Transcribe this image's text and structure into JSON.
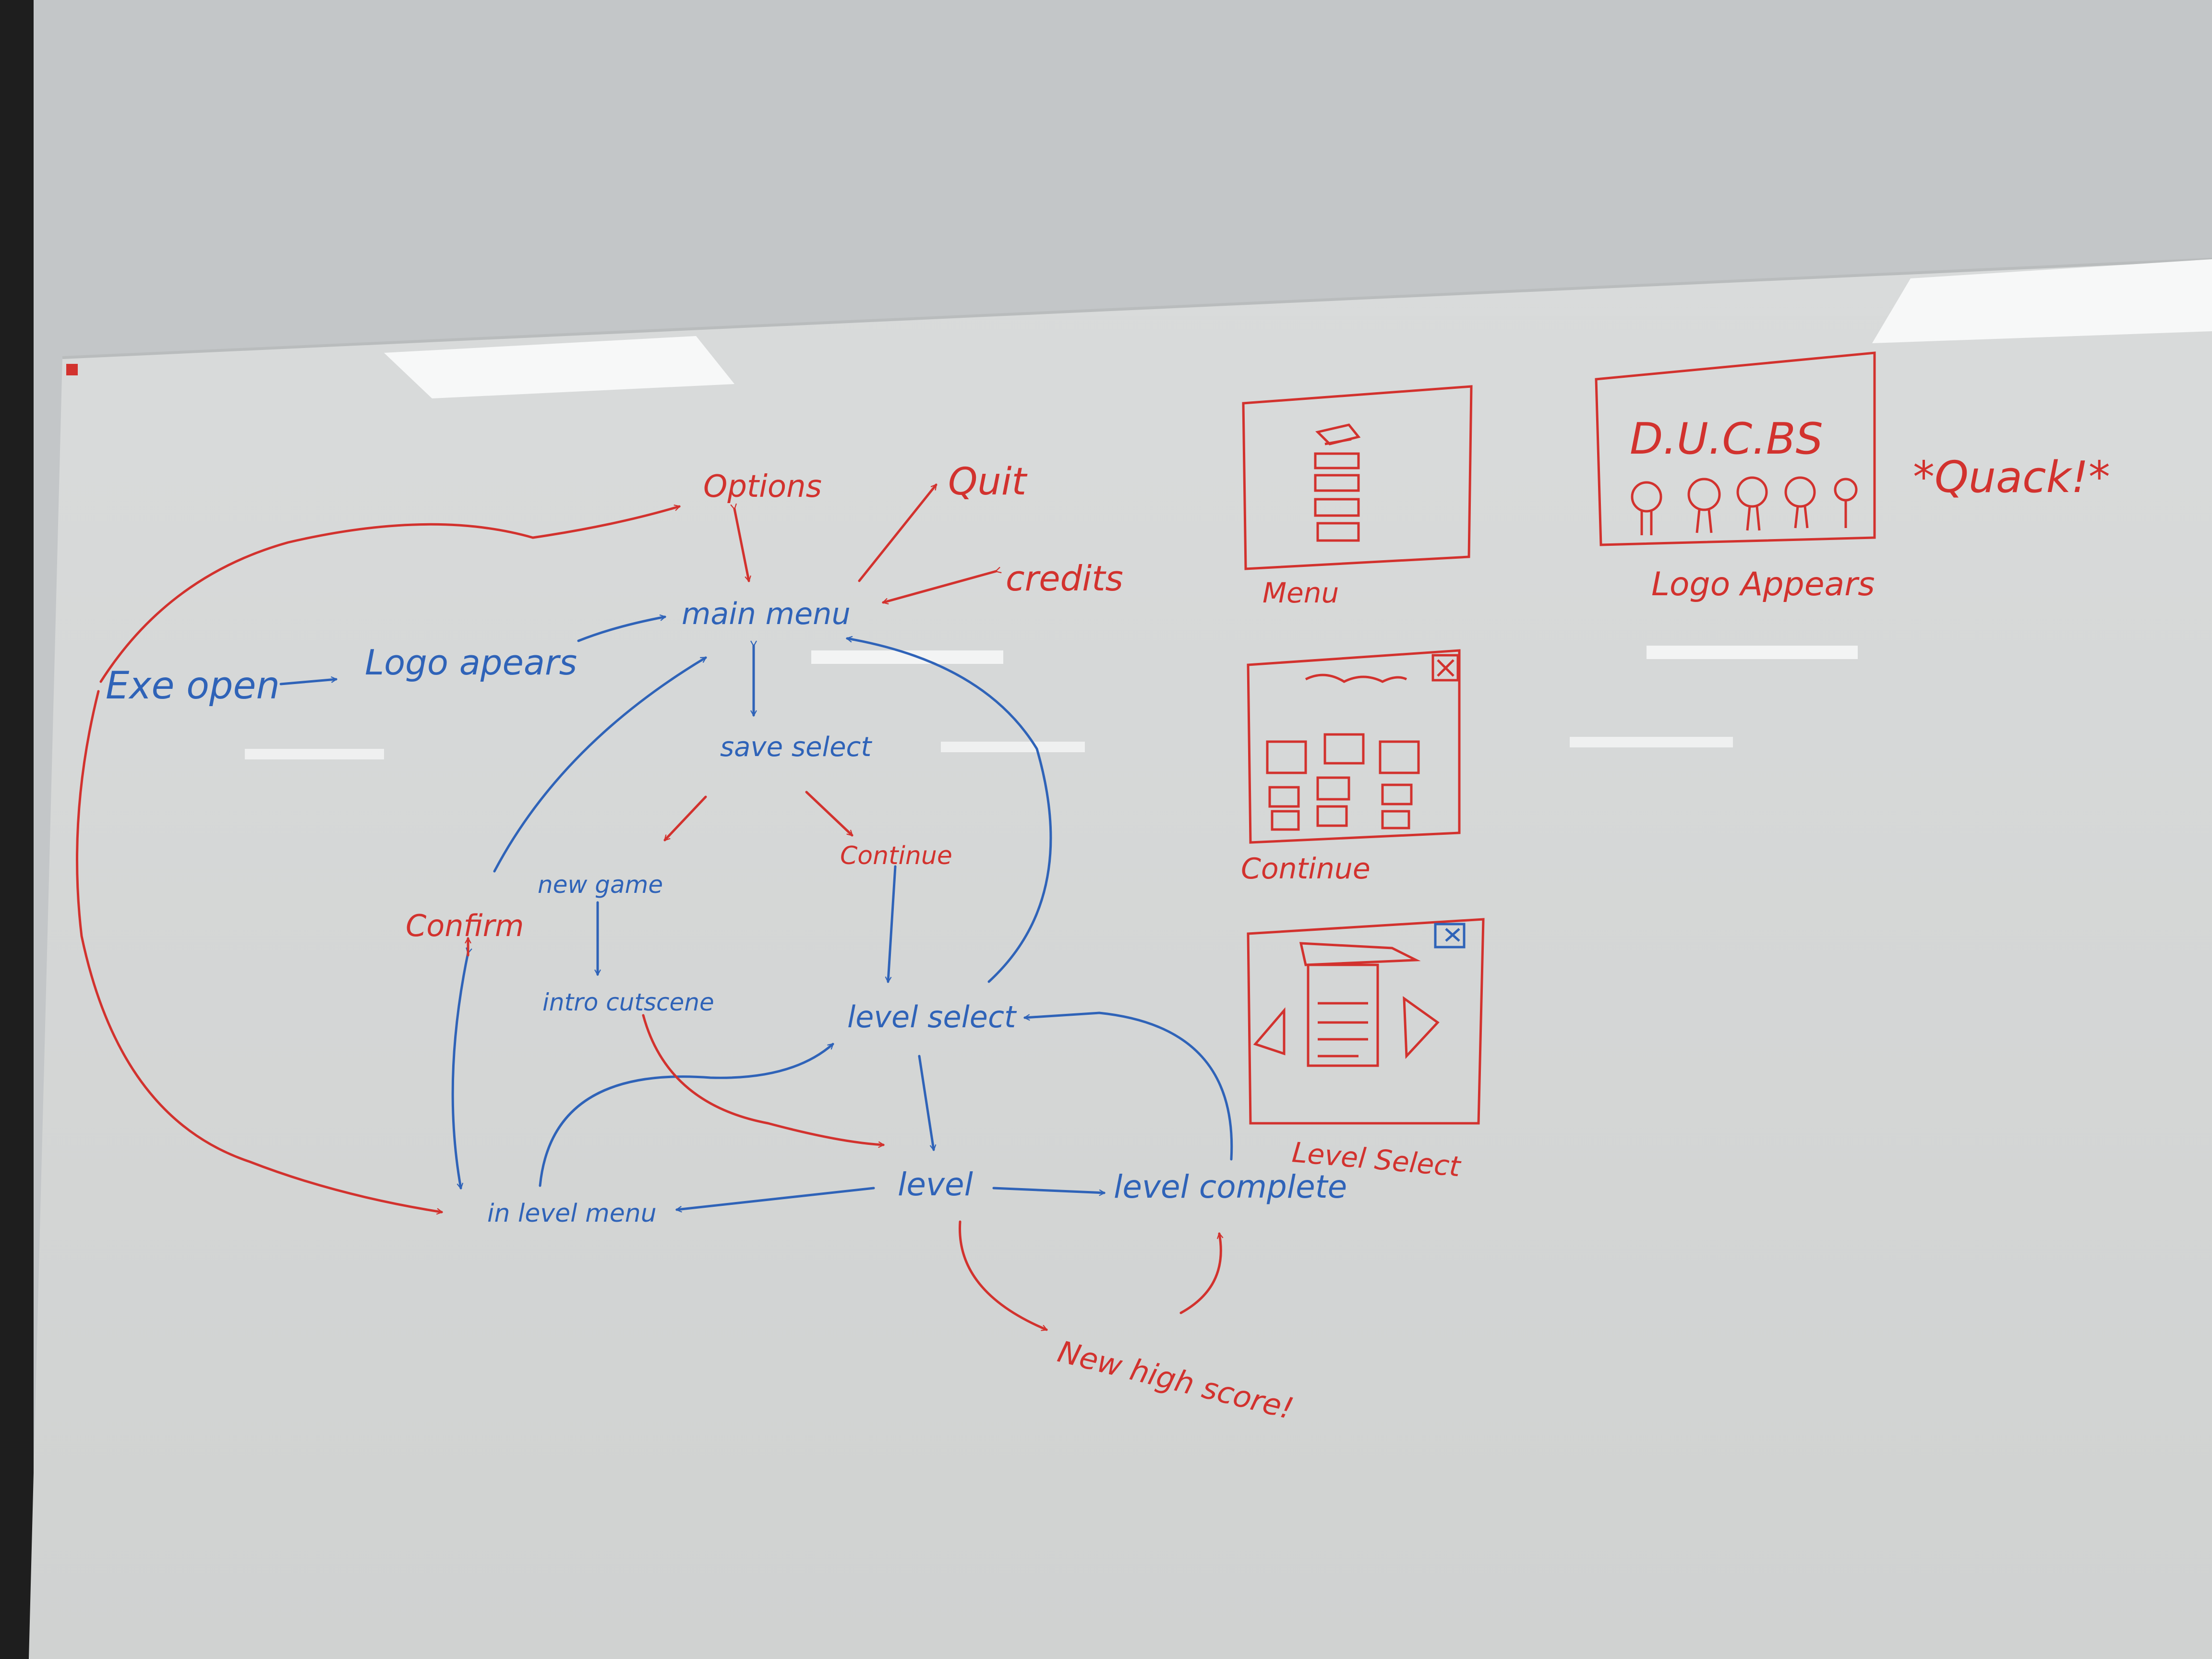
{
  "colors": {
    "blue_marker": "#2f63b8",
    "red_marker": "#d2322e",
    "board": "#d8dada",
    "wall": "#c2c5c7"
  },
  "flow": {
    "exe_open": "Exe open",
    "logo_appears": "Logo apears",
    "main_menu": "main menu",
    "options": "Options",
    "quit": "Quit",
    "credits": "credits",
    "save_select": "save select",
    "new_game": "new game",
    "continue": "Continue",
    "confirm": "Confirm",
    "intro_cutscene": "intro cutscene",
    "level_select": "level select",
    "level": "level",
    "level_complete": "level complete",
    "in_level_menu": "in level menu",
    "new_high_score": "New high score!"
  },
  "mockups": {
    "menu_caption": "Menu",
    "continue_caption": "Continue",
    "level_select_caption": "Level Select",
    "logo_caption": "Logo Appears",
    "logo_title": "D.U.C.BS",
    "quack": "*Quack!*",
    "close_glyph": "X"
  }
}
